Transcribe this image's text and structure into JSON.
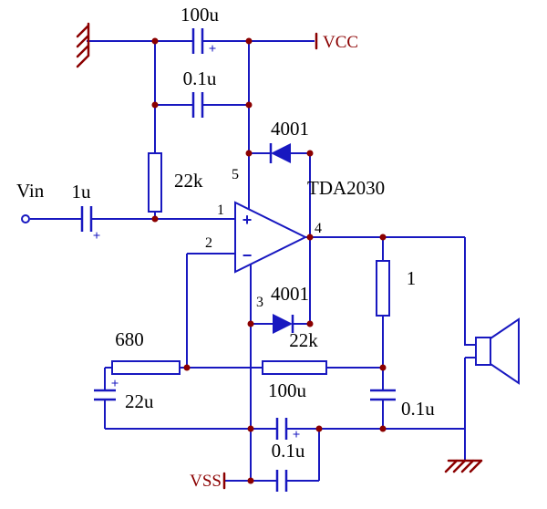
{
  "colors": {
    "wire": "#1818c0",
    "accent": "#8b0000",
    "label": "#000000"
  },
  "power": {
    "vcc": "VCC",
    "vss": "VSS"
  },
  "input": {
    "label": "Vin"
  },
  "ic": {
    "name": "TDA2030",
    "plus": "+",
    "minus": "−",
    "pin1": "1",
    "pin2": "2",
    "pin3": "3",
    "pin4": "4",
    "pin5": "5"
  },
  "components": {
    "c_top_100u": {
      "value": "100u",
      "plus": "+"
    },
    "c_top_01u": {
      "value": "0.1u"
    },
    "r_bias_22k": {
      "value": "22k"
    },
    "d_top_4001": {
      "value": "4001"
    },
    "c_in_1u": {
      "value": "1u",
      "plus": "+"
    },
    "d_bot_4001": {
      "value": "4001"
    },
    "r_fb_22k": {
      "value": "22k"
    },
    "r_in_680": {
      "value": "680"
    },
    "c_fb_22u": {
      "value": "22u",
      "plus": "+"
    },
    "r_zobel_1": {
      "value": "1"
    },
    "c_zobel_01u": {
      "value": "0.1u"
    },
    "c_bot_100u": {
      "value": "100u",
      "plus": "+"
    },
    "c_bot_01u": {
      "value": "0.1u"
    }
  }
}
